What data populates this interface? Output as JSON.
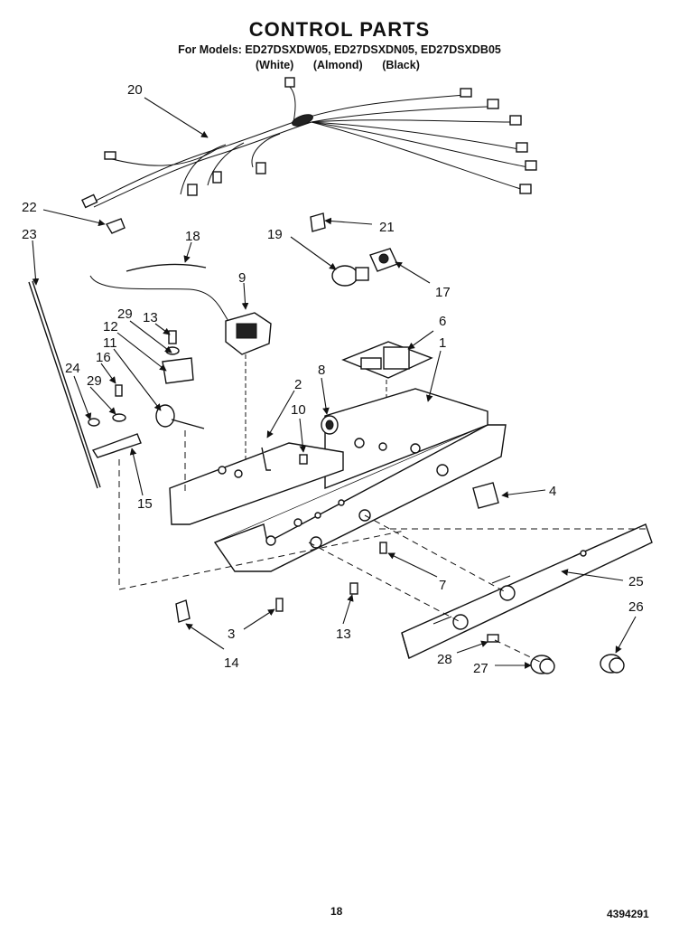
{
  "title": "CONTROL PARTS",
  "models_line": "For Models: ED27DSXDW05, ED27DSXDN05, ED27DSXDB05",
  "colors": [
    "(White)",
    "(Almond)",
    "(Black)"
  ],
  "page_number": "18",
  "doc_number": "4394291",
  "callouts": [
    {
      "id": "c20",
      "label": "20"
    },
    {
      "id": "c22",
      "label": "22"
    },
    {
      "id": "c23",
      "label": "23"
    },
    {
      "id": "c18",
      "label": "18"
    },
    {
      "id": "c21",
      "label": "21"
    },
    {
      "id": "c19",
      "label": "19"
    },
    {
      "id": "c17",
      "label": "17"
    },
    {
      "id": "c9",
      "label": "9"
    },
    {
      "id": "c12",
      "label": "12"
    },
    {
      "id": "c29a",
      "label": "29"
    },
    {
      "id": "c13a",
      "label": "13"
    },
    {
      "id": "c11",
      "label": "11"
    },
    {
      "id": "c6",
      "label": "6"
    },
    {
      "id": "c1",
      "label": "1"
    },
    {
      "id": "c24",
      "label": "24"
    },
    {
      "id": "c16",
      "label": "16"
    },
    {
      "id": "c8",
      "label": "8"
    },
    {
      "id": "c29b",
      "label": "29"
    },
    {
      "id": "c2",
      "label": "2"
    },
    {
      "id": "c10",
      "label": "10"
    },
    {
      "id": "c15",
      "label": "15"
    },
    {
      "id": "c4",
      "label": "4"
    },
    {
      "id": "c7",
      "label": "7"
    },
    {
      "id": "c25",
      "label": "25"
    },
    {
      "id": "c26",
      "label": "26"
    },
    {
      "id": "c3",
      "label": "3"
    },
    {
      "id": "c13b",
      "label": "13"
    },
    {
      "id": "c14",
      "label": "14"
    },
    {
      "id": "c28",
      "label": "28"
    },
    {
      "id": "c27",
      "label": "27"
    }
  ]
}
